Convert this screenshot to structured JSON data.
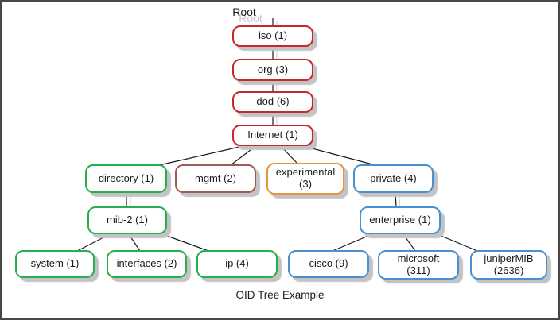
{
  "title": "OID Tree Example",
  "colors": {
    "chain_red": "#c9252b",
    "mgmt_brown": "#9e5c54",
    "green_branch": "#27ae4f",
    "experimental_orange": "#e8943d",
    "blue_branch": "#4791d0",
    "shadow_gray": "#c3c3c3",
    "connector_black": "#1a1a1a",
    "frame_gray": "#484848"
  },
  "nodes": {
    "root": {
      "label": "Root"
    },
    "iso": {
      "label": "iso (1)"
    },
    "org": {
      "label": "org (3)"
    },
    "dod": {
      "label": "dod (6)"
    },
    "internet": {
      "label": "Internet (1)"
    },
    "directory": {
      "label": "directory (1)"
    },
    "mgmt": {
      "label": "mgmt (2)"
    },
    "experimental": {
      "line1": "experimental",
      "line2": "(3)"
    },
    "private": {
      "label": "private (4)"
    },
    "mib2": {
      "label": "mib-2 (1)"
    },
    "enterprise": {
      "label": "enterprise (1)"
    },
    "system": {
      "label": "system (1)"
    },
    "interfaces": {
      "label": "interfaces (2)"
    },
    "ip": {
      "label": "ip (4)"
    },
    "cisco": {
      "label": "cisco (9)"
    },
    "microsoft": {
      "line1": "microsoft",
      "line2": "(311)"
    },
    "junipermib": {
      "line1": "juniperMIB",
      "line2": "(2636)"
    }
  }
}
